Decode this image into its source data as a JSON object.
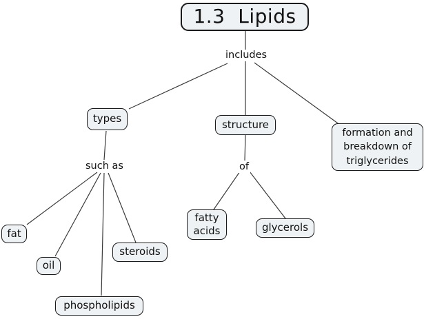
{
  "diagram": {
    "type": "concept-map",
    "title": "1.3  Lipids",
    "nodes": {
      "title": "1.3  Lipids",
      "types": "types",
      "structure": "structure",
      "formation": "formation and\nbreakdown of\ntriglycerides",
      "fat": "fat",
      "oil": "oil",
      "steroids": "steroids",
      "phospholipids": "phospholipids",
      "fatty_acids": "fatty\nacids",
      "glycerols": "glycerols"
    },
    "link_labels": {
      "includes": "includes",
      "such_as": "such as",
      "of": "of"
    },
    "connections": [
      {
        "from": "1.3 Lipids",
        "label": "includes",
        "to": [
          "types",
          "structure",
          "formation and breakdown of triglycerides"
        ]
      },
      {
        "from": "types",
        "label": "such as",
        "to": [
          "fat",
          "oil",
          "steroids",
          "phospholipids"
        ]
      },
      {
        "from": "structure",
        "label": "of",
        "to": [
          "fatty acids",
          "glycerols"
        ]
      }
    ],
    "colors": {
      "background": "#ffffff",
      "node_fill": "#eef2f4",
      "node_border": "#1a1a1a",
      "line": "#3a3a3a",
      "text": "#111111"
    }
  }
}
